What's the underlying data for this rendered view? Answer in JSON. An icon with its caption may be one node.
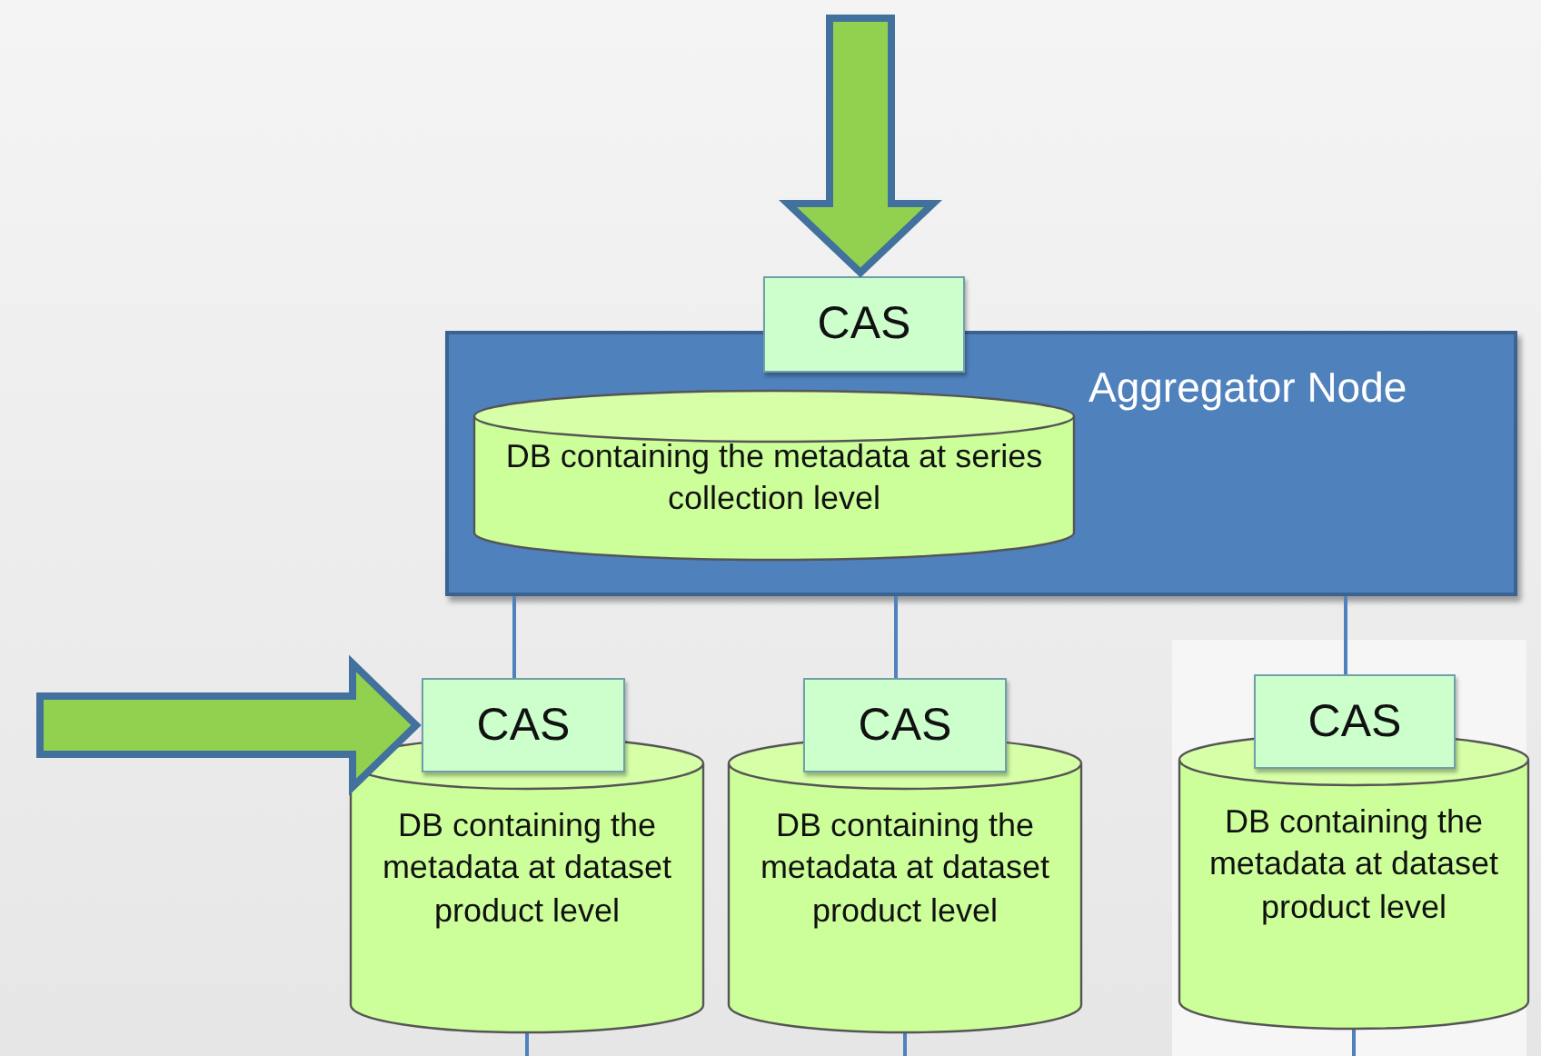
{
  "diagram": {
    "nodes": [
      {
        "text": [
          "Aggregator Node"
        ]
      },
      {
        "text": [
          "CAS"
        ]
      },
      {
        "text": [
          "DB containing the metadata at series collection level"
        ],
        "in": 0
      },
      {
        "text": [
          "CAS"
        ]
      },
      {
        "text": [
          "DB containing the metadata at dataset product level"
        ]
      },
      {
        "text": [
          "CAS"
        ]
      },
      {
        "text": [
          "DB containing the metadata at dataset product level"
        ]
      },
      {
        "text": [
          "CAS"
        ]
      },
      {
        "text": [
          "DB containing the metadata at dataset product level"
        ]
      }
    ],
    "edges": [
      {
        "from": null,
        "to": 1,
        "arrow": "to",
        "style": "thick",
        "color": "#92d050"
      },
      {
        "from": 0,
        "to": 3,
        "arrow": "none"
      },
      {
        "from": 0,
        "to": 5,
        "arrow": "none"
      },
      {
        "from": 0,
        "to": 7,
        "arrow": "none"
      },
      {
        "from": null,
        "to": 3,
        "arrow": "to",
        "style": "thick",
        "color": "#92d050"
      },
      {
        "from": 4,
        "to": null,
        "arrow": "none"
      },
      {
        "from": 6,
        "to": null,
        "arrow": "none"
      },
      {
        "from": 8,
        "to": null,
        "arrow": "none"
      }
    ]
  }
}
